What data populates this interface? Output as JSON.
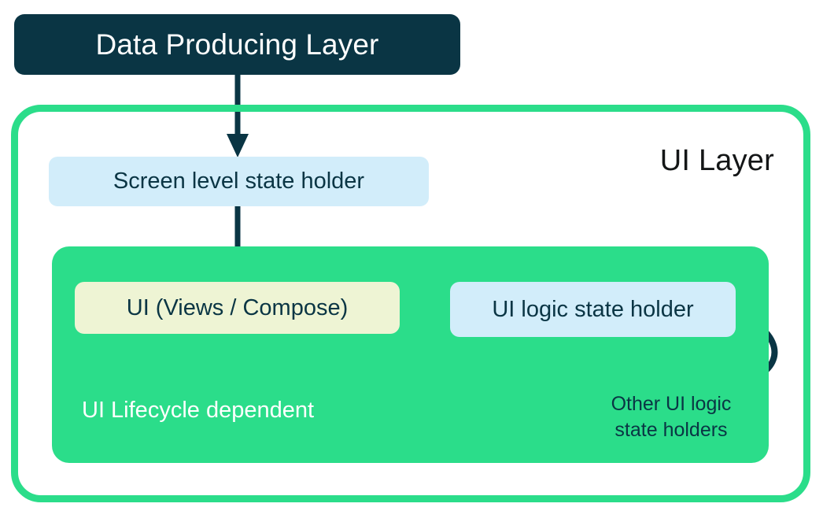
{
  "diagram": {
    "title": "Android UI Layer architecture diagram",
    "colors": {
      "dark_navy": "#0a3544",
      "green": "#2BDD8A",
      "light_blue": "#d2edfa",
      "cream": "#eef4d4",
      "white": "#ffffff",
      "title_black": "#141617"
    },
    "nodes": {
      "data_producing_layer": "Data Producing Layer",
      "ui_layer_title": "UI Layer",
      "screen_level_state_holder": "Screen level state holder",
      "ui_views_compose": "UI (Views / Compose)",
      "ui_logic_state_holder": "UI logic state holder",
      "ui_lifecycle_dependent": "UI Lifecycle dependent",
      "other_ui_logic_state_holders_line1": "Other UI logic",
      "other_ui_logic_state_holders_line2": "state holders"
    },
    "arrows": [
      {
        "name": "data-producing-to-screen-state-holder",
        "from": "Data Producing Layer",
        "to": "Screen level state holder",
        "direction": "down"
      },
      {
        "name": "screen-state-holder-to-ui",
        "from": "Screen level state holder",
        "to": "UI (Views / Compose)",
        "direction": "down"
      },
      {
        "name": "ui-logic-state-holder-to-ui",
        "from": "UI logic state holder",
        "to": "UI (Views / Compose)",
        "direction": "left"
      },
      {
        "name": "other-ui-logic-state-holders-loop",
        "from": "UI logic state holder",
        "to": "UI logic state holder",
        "direction": "curved-loop"
      }
    ]
  }
}
